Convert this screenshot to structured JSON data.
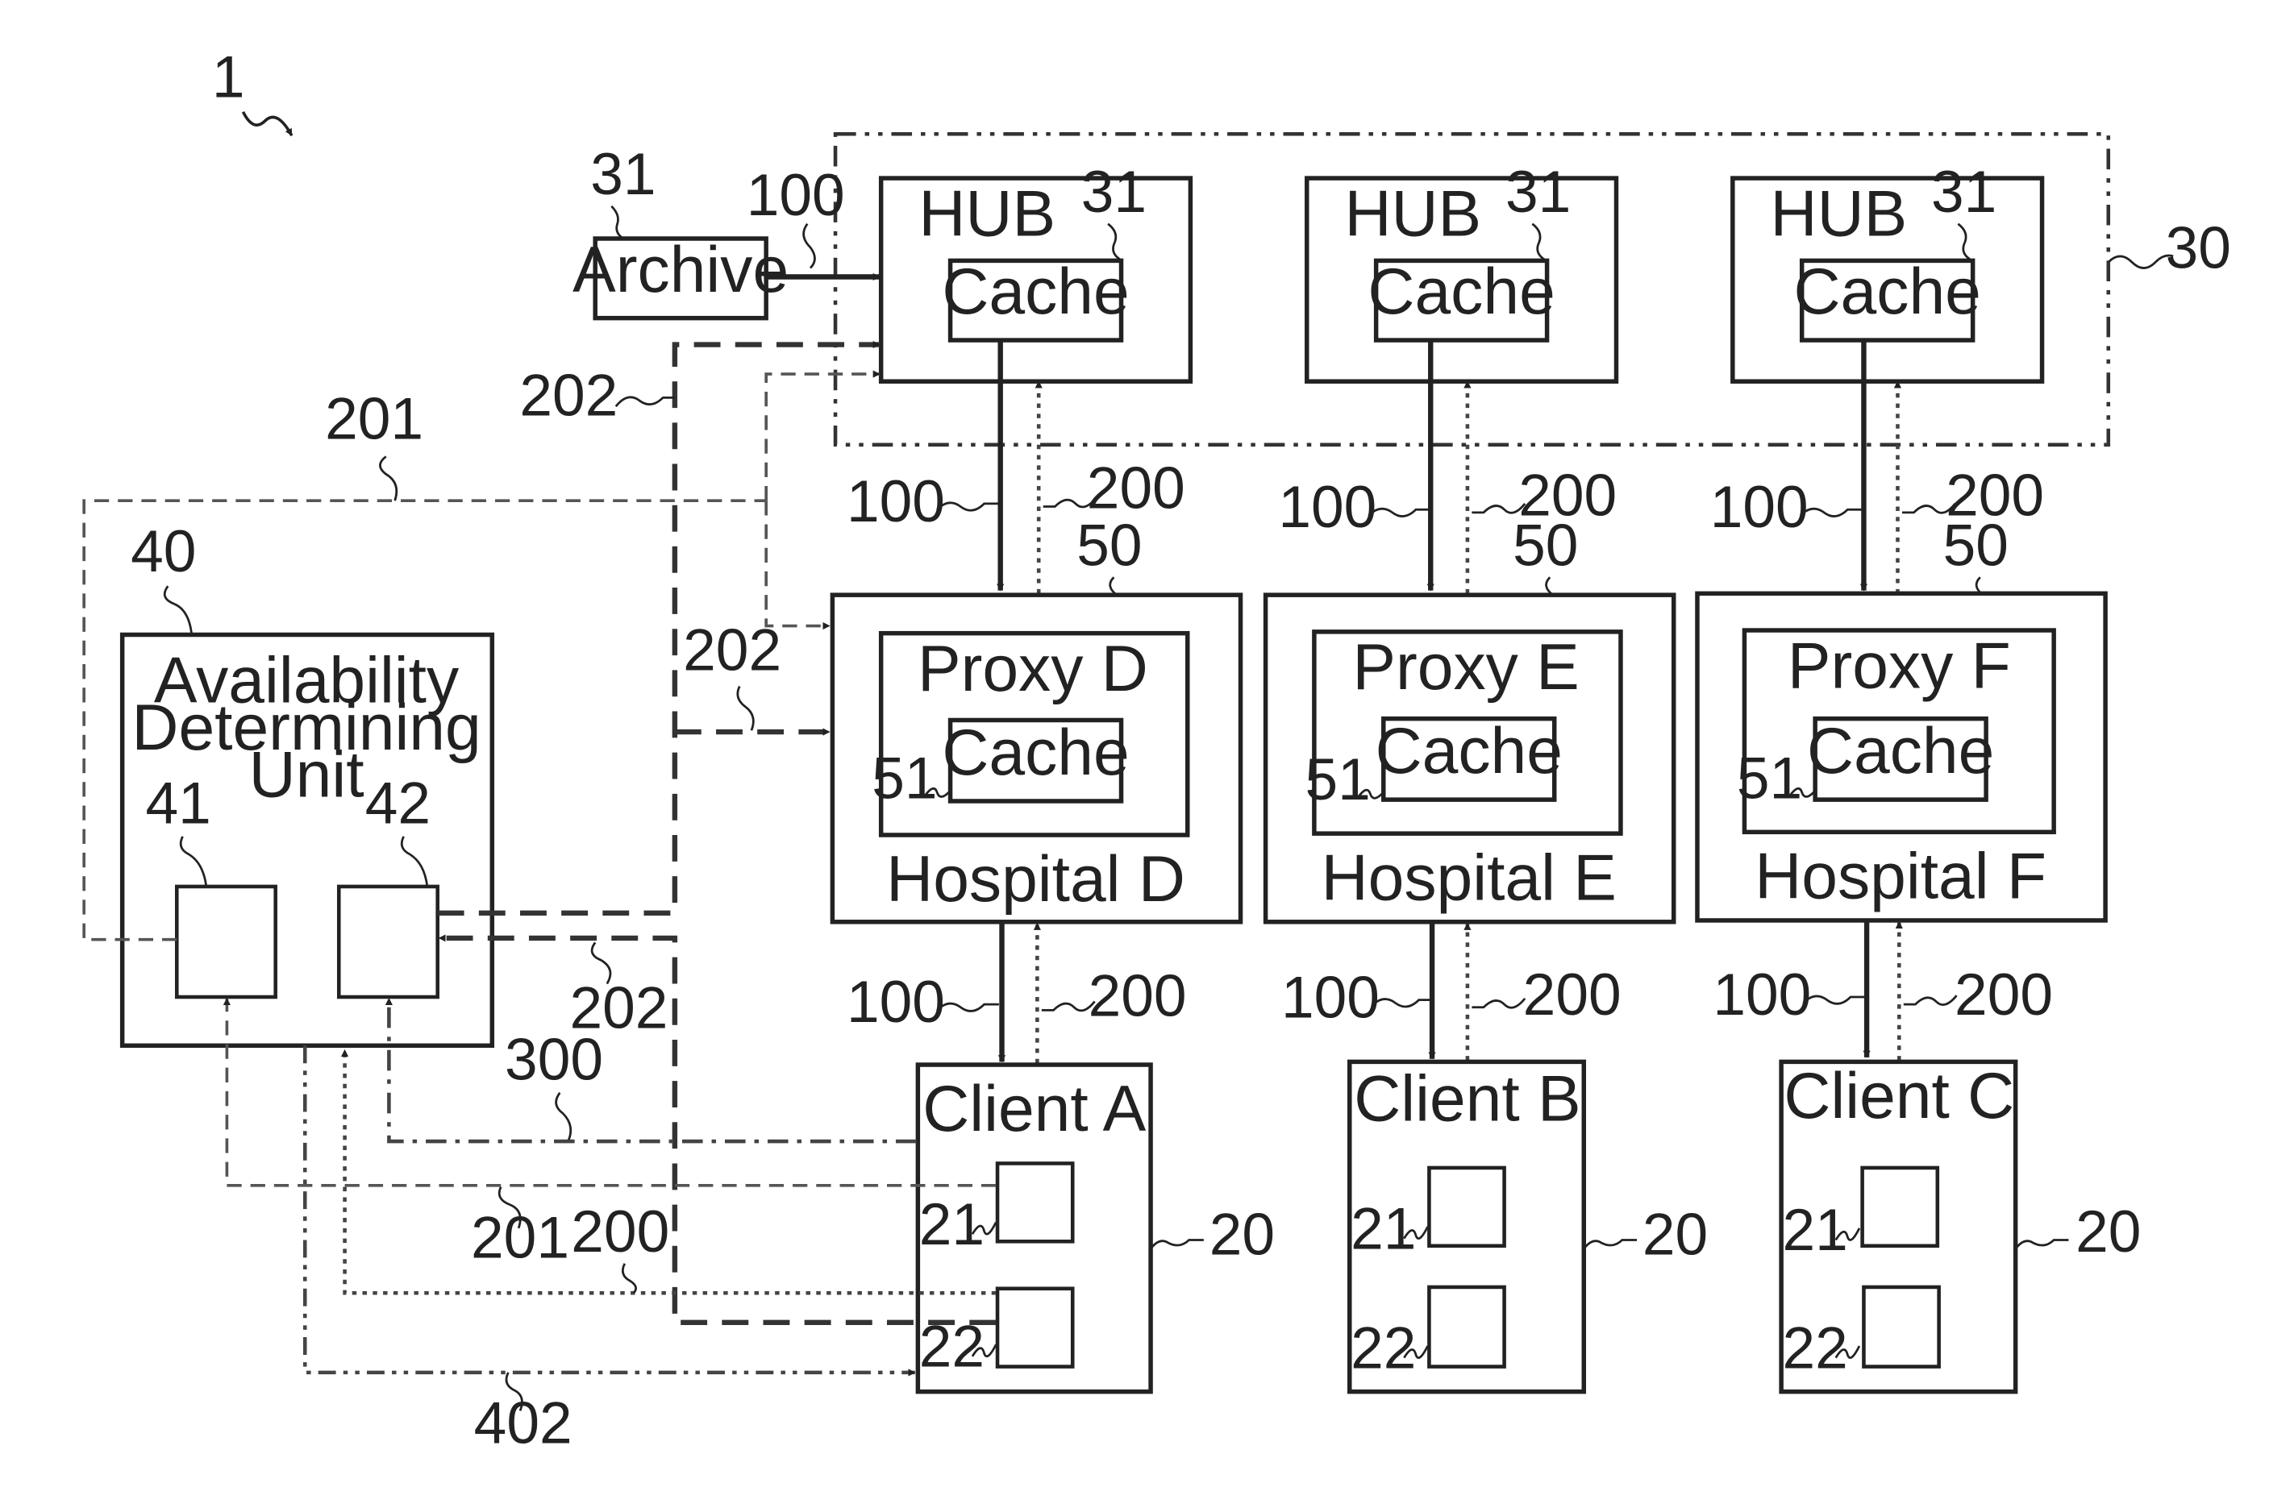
{
  "figure_ref": "1",
  "hub_group_ref": "30",
  "archive": {
    "label": "Archive",
    "ref": "31"
  },
  "hubs": [
    {
      "label": "HUB",
      "cache_label": "Cache",
      "cache_ref": "31"
    },
    {
      "label": "HUB",
      "cache_label": "Cache",
      "cache_ref": "31"
    },
    {
      "label": "HUB",
      "cache_label": "Cache",
      "cache_ref": "31"
    }
  ],
  "hospitals": [
    {
      "ref": "50",
      "proxy_label": "Proxy D",
      "cache_label": "Cache",
      "cache_ref": "51",
      "label": "Hospital D"
    },
    {
      "ref": "50",
      "proxy_label": "Proxy E",
      "cache_label": "Cache",
      "cache_ref": "51",
      "label": "Hospital E"
    },
    {
      "ref": "50",
      "proxy_label": "Proxy F",
      "cache_label": "Cache",
      "cache_ref": "51",
      "label": "Hospital F"
    }
  ],
  "clients": [
    {
      "label": "Client A",
      "ref": "20",
      "unit1_ref": "21",
      "unit2_ref": "22"
    },
    {
      "label": "Client B",
      "ref": "20",
      "unit1_ref": "21",
      "unit2_ref": "22"
    },
    {
      "label": "Client C",
      "ref": "20",
      "unit1_ref": "21",
      "unit2_ref": "22"
    }
  ],
  "availability_unit": {
    "ref": "40",
    "line1": "Availability",
    "line2": "Determining",
    "line3": "Unit",
    "sub1_ref": "41",
    "sub2_ref": "42"
  },
  "links": {
    "archive_to_hub": "100",
    "hub_to_hospital": [
      {
        "down": "100",
        "up": "200"
      },
      {
        "down": "100",
        "up": "200"
      },
      {
        "down": "100",
        "up": "200"
      }
    ],
    "hospital_to_client": [
      {
        "down": "100",
        "up": "200"
      },
      {
        "down": "100",
        "up": "200"
      },
      {
        "down": "100",
        "up": "200"
      }
    ],
    "unit_to_hub_upper": "202",
    "unit_to_hospital": "202",
    "top_loop": "201",
    "client_to_unit42": "202",
    "client_to_unit42_dashdot": "300",
    "client_to_unit41": "201",
    "client_to_unit_dotted": "200",
    "unit_to_client": "402"
  }
}
